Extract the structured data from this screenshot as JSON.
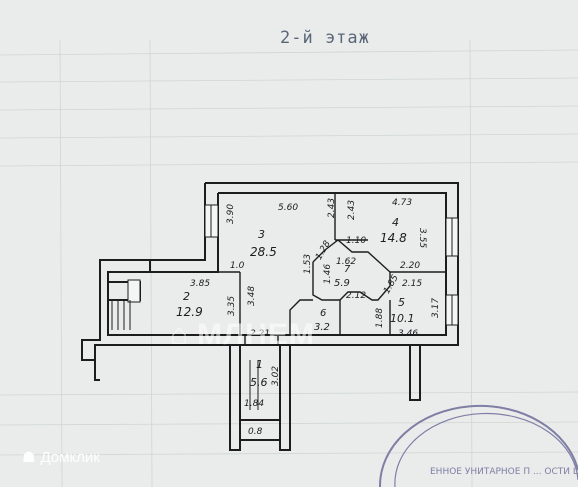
{
  "header": {
    "title": "2-й этаж"
  },
  "watermarks": {
    "bottom_left": "Домклик",
    "center": "МЛНЕМ"
  },
  "stamp": {
    "text": "ЕННОЕ УНИТАРНОЕ П ... ОСТИ ЦЕНТР"
  },
  "colors": {
    "paper": "#e9ecea",
    "ink": "#1d1d1f",
    "title_ink": "#5b6678",
    "stamp_ink": "#7f7fa6"
  },
  "rooms": [
    {
      "id": "1",
      "area": "5.6"
    },
    {
      "id": "2",
      "area": "12.9"
    },
    {
      "id": "3",
      "area": "28.5"
    },
    {
      "id": "4",
      "area": "14.8"
    },
    {
      "id": "5",
      "area": "10.1"
    },
    {
      "id": "6",
      "area": "3.2"
    },
    {
      "id": "7",
      "area": "5.9"
    }
  ],
  "dimensions": [
    "5.60",
    "3.90",
    "2.43",
    "2.43",
    "4.73",
    "3.55",
    "1.10",
    "1.28",
    "1.62",
    "1.53",
    "1.46",
    "2.12",
    "2.20",
    "2.15",
    "1.85",
    "3.17",
    "3.46",
    "1.88",
    "3.85",
    "1.0",
    "3.48",
    "3.35",
    "2.21",
    "3.02",
    "1.84",
    "0.8"
  ]
}
